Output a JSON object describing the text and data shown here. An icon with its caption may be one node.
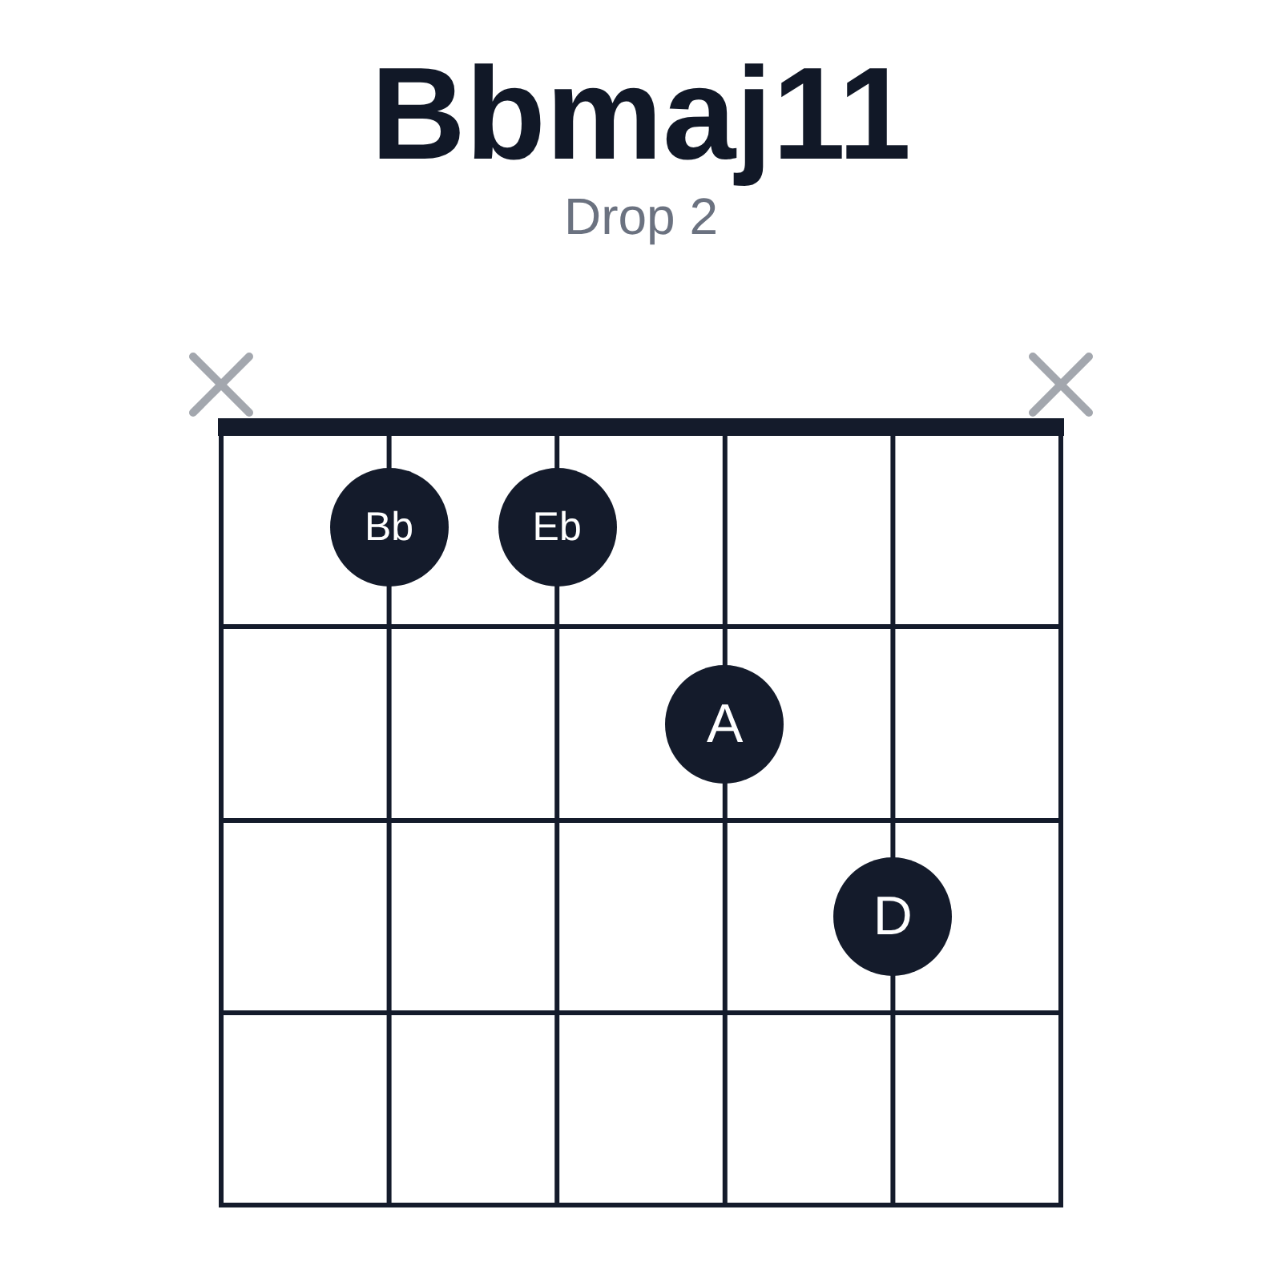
{
  "diagram": {
    "title": "Bbmaj11",
    "nodes": [
      {
        "text": [
          "Bb"
        ]
      },
      {
        "text": [
          "Eb"
        ]
      },
      {
        "text": [
          "A"
        ]
      },
      {
        "text": [
          "D"
        ]
      }
    ],
    "labels": [
      "Drop 2"
    ]
  }
}
